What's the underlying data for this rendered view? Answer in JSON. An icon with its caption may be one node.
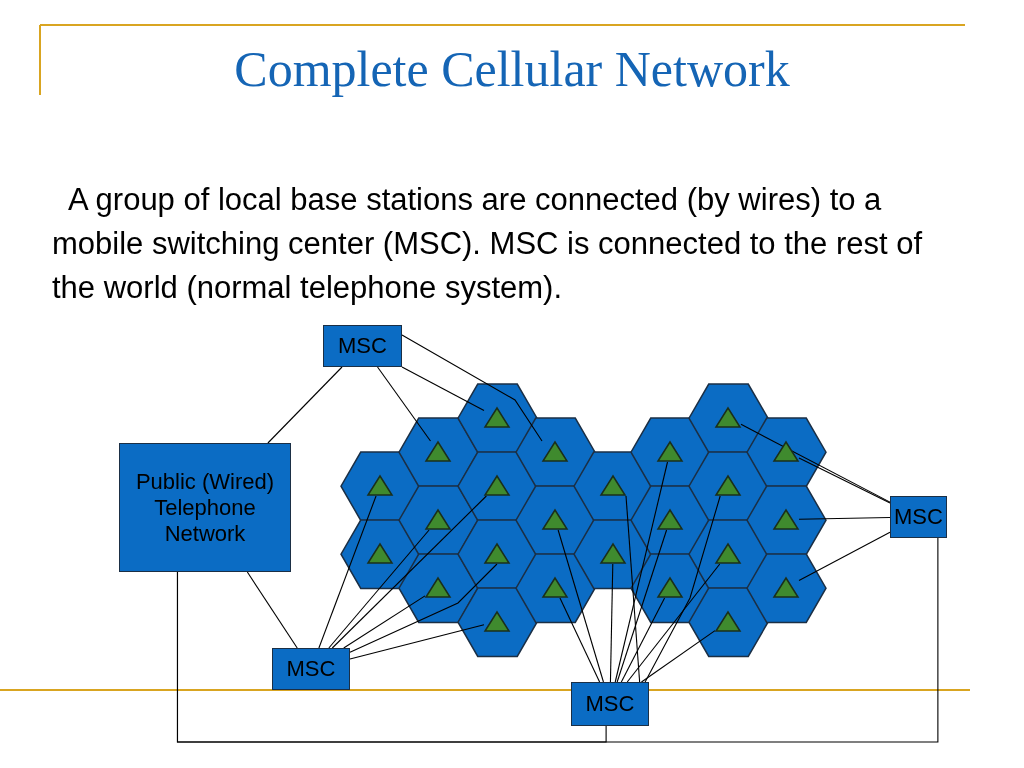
{
  "diagram": {
    "title": "Complete Cellular Network",
    "nodes": [
      {
        "text": [
          "MSC"
        ]
      },
      {
        "text": [
          "Public (Wired) Telephone Network"
        ]
      },
      {
        "text": [
          "MSC"
        ]
      },
      {
        "text": [
          "MSC"
        ]
      },
      {
        "text": [
          "MSC"
        ]
      },
      {
        "text": [],
        "shape": "hexagon"
      },
      {
        "text": [],
        "shape": "triangle",
        "in": 5
      },
      {
        "text": [],
        "shape": "hexagon"
      },
      {
        "text": [],
        "shape": "triangle",
        "in": 7
      },
      {
        "text": [],
        "shape": "hexagon"
      },
      {
        "text": [],
        "shape": "triangle",
        "in": 9
      },
      {
        "text": [],
        "shape": "hexagon"
      },
      {
        "text": [],
        "shape": "triangle",
        "in": 11
      },
      {
        "text": [],
        "shape": "hexagon"
      },
      {
        "text": [],
        "shape": "triangle",
        "in": 13
      },
      {
        "text": [],
        "shape": "hexagon"
      },
      {
        "text": [],
        "shape": "triangle",
        "in": 15
      },
      {
        "text": [],
        "shape": "hexagon"
      },
      {
        "text": [],
        "shape": "triangle",
        "in": 17
      },
      {
        "text": [],
        "shape": "hexagon"
      },
      {
        "text": [],
        "shape": "triangle",
        "in": 19
      },
      {
        "text": [],
        "shape": "hexagon"
      },
      {
        "text": [],
        "shape": "triangle",
        "in": 21
      },
      {
        "text": [],
        "shape": "hexagon"
      },
      {
        "text": [],
        "shape": "triangle",
        "in": 23
      },
      {
        "text": [],
        "shape": "hexagon"
      },
      {
        "text": [],
        "shape": "triangle",
        "in": 25
      },
      {
        "text": [],
        "shape": "hexagon"
      },
      {
        "text": [],
        "shape": "triangle",
        "in": 27
      },
      {
        "text": [],
        "shape": "hexagon"
      },
      {
        "text": [],
        "shape": "triangle",
        "in": 29
      },
      {
        "text": [],
        "shape": "hexagon"
      },
      {
        "text": [],
        "shape": "triangle",
        "in": 31
      },
      {
        "text": [],
        "shape": "hexagon"
      },
      {
        "text": [],
        "shape": "triangle",
        "in": 33
      },
      {
        "text": [],
        "shape": "hexagon"
      },
      {
        "text": [],
        "shape": "triangle",
        "in": 35
      },
      {
        "text": [],
        "shape": "hexagon"
      },
      {
        "text": [],
        "shape": "triangle",
        "in": 37
      },
      {
        "text": [],
        "shape": "hexagon"
      },
      {
        "text": [],
        "shape": "triangle",
        "in": 39
      },
      {
        "text": [],
        "shape": "hexagon"
      },
      {
        "text": [],
        "shape": "triangle",
        "in": 41
      },
      {
        "text": [],
        "shape": "hexagon"
      },
      {
        "text": [],
        "shape": "triangle",
        "in": 43
      },
      {
        "text": [],
        "shape": "hexagon"
      },
      {
        "text": [],
        "shape": "triangle",
        "in": 45
      },
      {
        "text": [],
        "shape": "hexagon"
      },
      {
        "text": [],
        "shape": "triangle",
        "in": 47
      },
      {
        "text": [],
        "shape": "hexagon"
      },
      {
        "text": [],
        "shape": "triangle",
        "in": 49
      },
      {
        "text": [],
        "shape": "hexagon"
      },
      {
        "text": [],
        "shape": "triangle",
        "in": 51
      }
    ],
    "edges": [
      {
        "from": 0,
        "to": 1,
        "arrow": "none"
      },
      {
        "from": 0,
        "to": 10,
        "arrow": "none"
      },
      {
        "from": 0,
        "to": 16,
        "arrow": "none"
      },
      {
        "from": 0,
        "to": 24,
        "arrow": "none"
      },
      {
        "from": 1,
        "to": 3,
        "arrow": "none"
      },
      {
        "from": 1,
        "to": 4,
        "arrow": "none"
      },
      {
        "from": 1,
        "to": 2,
        "arrow": "none"
      },
      {
        "from": 3,
        "to": 6,
        "arrow": "none"
      },
      {
        "from": 3,
        "to": 12,
        "arrow": "none"
      },
      {
        "from": 3,
        "to": 18,
        "arrow": "none"
      },
      {
        "from": 3,
        "to": 14,
        "arrow": "none"
      },
      {
        "from": 3,
        "to": 20,
        "arrow": "none"
      },
      {
        "from": 3,
        "to": 22,
        "arrow": "none"
      },
      {
        "from": 4,
        "to": 26,
        "arrow": "none"
      },
      {
        "from": 4,
        "to": 28,
        "arrow": "none"
      },
      {
        "from": 4,
        "to": 30,
        "arrow": "none"
      },
      {
        "from": 4,
        "to": 32,
        "arrow": "none"
      },
      {
        "from": 4,
        "to": 34,
        "arrow": "none"
      },
      {
        "from": 4,
        "to": 36,
        "arrow": "none"
      },
      {
        "from": 4,
        "to": 38,
        "arrow": "none"
      },
      {
        "from": 4,
        "to": 42,
        "arrow": "none"
      },
      {
        "from": 4,
        "to": 44,
        "arrow": "none"
      },
      {
        "from": 4,
        "to": 46,
        "arrow": "none"
      },
      {
        "from": 2,
        "to": 40,
        "arrow": "none"
      },
      {
        "from": 2,
        "to": 48,
        "arrow": "none"
      },
      {
        "from": 2,
        "to": 50,
        "arrow": "none"
      },
      {
        "from": 2,
        "to": 52,
        "arrow": "none"
      }
    ],
    "labels": [
      "A group of local base stations are connected (by wires) to a mobile switching center (MSC).  MSC is connected to the rest of the world (normal telephone system)."
    ]
  }
}
